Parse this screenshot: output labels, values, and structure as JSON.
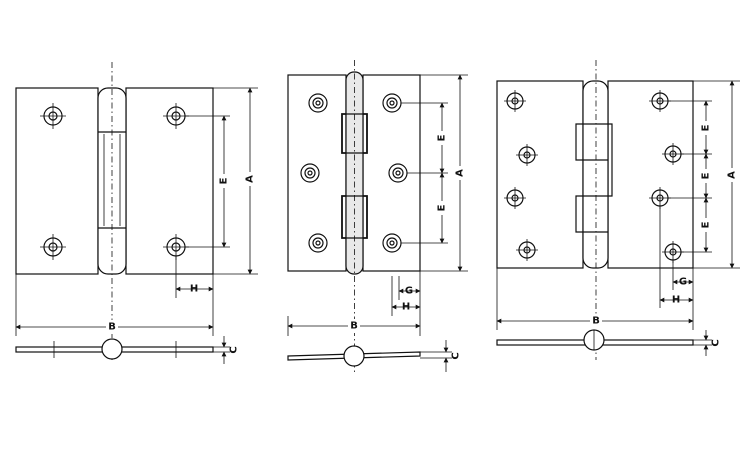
{
  "figures": [
    {
      "id": "hinge-square-two-hole",
      "labels": {
        "A": "A",
        "B": "B",
        "C": "C",
        "E": "E",
        "H": "H"
      }
    },
    {
      "id": "hinge-rect-three-hole",
      "labels": {
        "A": "A",
        "B": "B",
        "C": "C",
        "E1": "E",
        "E2": "E",
        "G": "G",
        "H": "H"
      }
    },
    {
      "id": "hinge-square-four-hole",
      "labels": {
        "A": "A",
        "B": "B",
        "C": "C",
        "E1": "E",
        "E2": "E",
        "E3": "E",
        "G": "G",
        "H": "H"
      }
    }
  ]
}
